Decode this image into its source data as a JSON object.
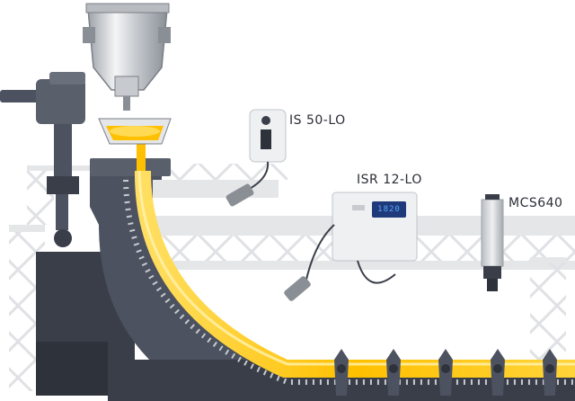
{
  "labels": {
    "is50": "IS 50-LO",
    "isr12": "ISR 12-LO",
    "mcs": "MCS640"
  },
  "display": {
    "readout": "1820"
  },
  "colors": {
    "machine": "#4d5260",
    "machine_dark": "#3a3e49",
    "molten_steel": "#ffb000",
    "molten_glow": "#ffe066",
    "frame": "#d8dadd",
    "device_body": "#eef0f2",
    "display_bg": "#1f3a7a",
    "display_text": "#5aa8ff"
  }
}
